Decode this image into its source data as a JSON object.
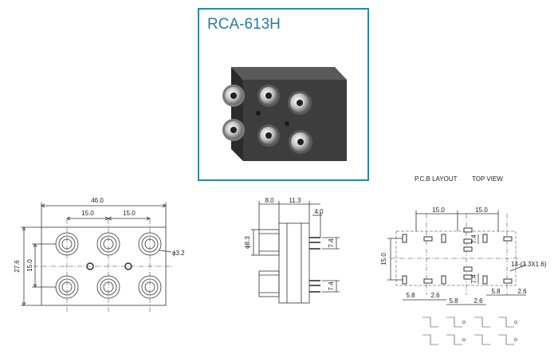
{
  "photo": {
    "title": "RCA-613H"
  },
  "front_view": {
    "dims": {
      "width": "46.0",
      "spacing_left": "15.0",
      "spacing_right": "15.0",
      "height": "27.6",
      "row_pitch": "15.0",
      "hole": "ϕ3.2"
    }
  },
  "side_view": {
    "dims": {
      "top_a": "8.0",
      "top_b": "11.3",
      "pin_offset": "4.0",
      "diameter": "ϕ8.3",
      "pin_gap_top": "7.4",
      "pin_gap_bottom": "7.4"
    }
  },
  "pcb_layout": {
    "heading_left": "P.C.B LAYOUT",
    "heading_right": "TOP VIEW",
    "dims": {
      "span_left": "15.0",
      "span_right": "15.0",
      "row_pitch": "15.0",
      "pad_gap_top": "7.4",
      "pad_gap_bottom": "7.4",
      "pads_note": "14-(3.3X1.6)",
      "b1": "5.8",
      "b2": "2.6",
      "b3": "5.8",
      "b4": "2.6",
      "b5": "5.8",
      "b6": "2.6"
    }
  },
  "colors": {
    "panel_border": "#2e86ab",
    "title": "#2a7aa6",
    "line": "#333333",
    "body": "#3a3a3a"
  }
}
